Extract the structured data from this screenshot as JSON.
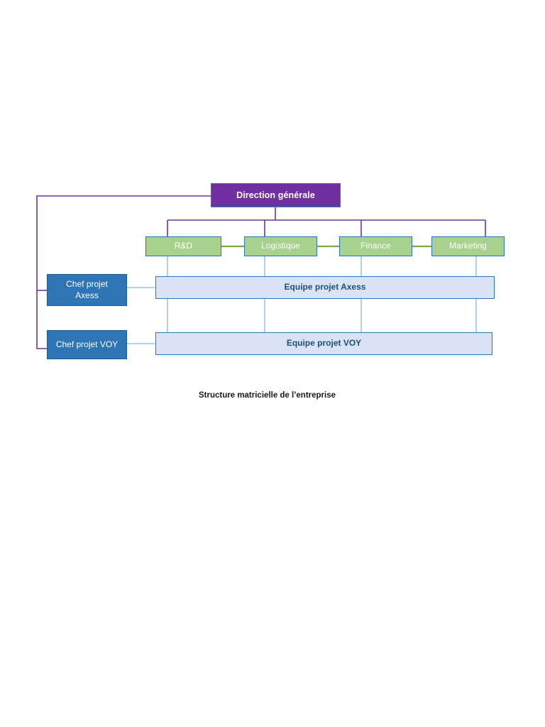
{
  "diagram": {
    "caption": "Structure matricielle de l’entreprise",
    "colors": {
      "executive_fill": "#7030A0",
      "department_fill": "#A9D18E",
      "chef_fill": "#2E75B6",
      "team_fill": "#DAE3F3",
      "team_text": "#1F4E79",
      "connector_purple": "#7030A0",
      "connector_green": "#70AD47",
      "connector_blue": "#9DC3E6",
      "border_blue": "#2E75B6",
      "page_background": "#ffffff"
    },
    "executive": {
      "label": "Direction générale"
    },
    "departments": [
      {
        "label": "R&D"
      },
      {
        "label": "Logistique"
      },
      {
        "label": "Finance"
      },
      {
        "label": "Marketing"
      }
    ],
    "projects": [
      {
        "chef_label_line1": "Chef projet",
        "chef_label_line2": "Axess",
        "team_label": "Equipe projet  Axess"
      },
      {
        "chef_label_line1": "Chef projet VOY",
        "chef_label_line2": "",
        "team_label": "Equipe projet  VOY"
      }
    ]
  }
}
